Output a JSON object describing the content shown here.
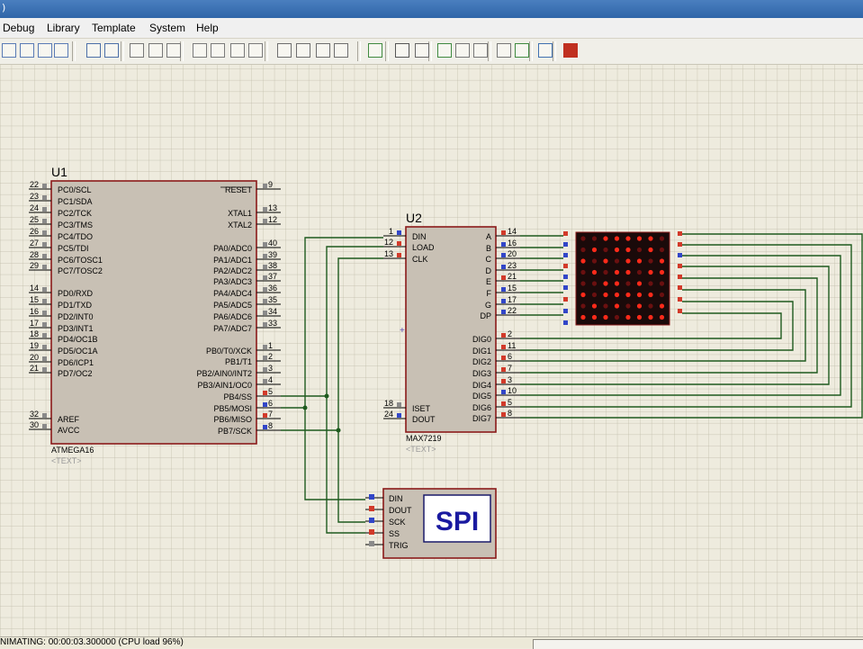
{
  "window": {
    "title": ")"
  },
  "menu": [
    "Debug",
    "Library",
    "Template",
    "System",
    "Help"
  ],
  "toolbar_icons": [
    "zoom-in-icon",
    "zoom-out-icon",
    "zoom-all-icon",
    "zoom-area-icon",
    "undo-icon",
    "redo-icon",
    "cut-icon",
    "copy-icon",
    "paste-icon",
    "block-copy-icon",
    "block-move-icon",
    "block-rotate-icon",
    "block-delete-icon",
    "pick-device-icon",
    "make-device-icon",
    "package-icon",
    "decompose-icon",
    "wire-autorouter-icon",
    "search-tag-icon",
    "property-assign-icon",
    "new-sheet-icon",
    "remove-sheet-icon",
    "goto-sheet-icon",
    "bom-icon",
    "electrical-check-icon",
    "netlist-ares-icon",
    "ares-icon"
  ],
  "u1": {
    "ref": "U1",
    "part": "ATMEGA16",
    "text": "<TEXT>",
    "left_pins": [
      {
        "num": "22",
        "name": "PC0/SCL"
      },
      {
        "num": "23",
        "name": "PC1/SDA"
      },
      {
        "num": "24",
        "name": "PC2/TCK"
      },
      {
        "num": "25",
        "name": "PC3/TMS"
      },
      {
        "num": "26",
        "name": "PC4/TDO"
      },
      {
        "num": "27",
        "name": "PC5/TDI"
      },
      {
        "num": "28",
        "name": "PC6/TOSC1"
      },
      {
        "num": "29",
        "name": "PC7/TOSC2"
      },
      {
        "num": "14",
        "name": "PD0/RXD"
      },
      {
        "num": "15",
        "name": "PD1/TXD"
      },
      {
        "num": "16",
        "name": "PD2/INT0"
      },
      {
        "num": "17",
        "name": "PD3/INT1"
      },
      {
        "num": "18",
        "name": "PD4/OC1B"
      },
      {
        "num": "19",
        "name": "PD5/OC1A"
      },
      {
        "num": "20",
        "name": "PD6/ICP1"
      },
      {
        "num": "21",
        "name": "PD7/OC2"
      },
      {
        "num": "32",
        "name": "AREF"
      },
      {
        "num": "30",
        "name": "AVCC"
      }
    ],
    "right_pins": [
      {
        "num": "9",
        "name": "RESET"
      },
      {
        "num": "13",
        "name": "XTAL1"
      },
      {
        "num": "12",
        "name": "XTAL2"
      },
      {
        "num": "40",
        "name": "PA0/ADC0"
      },
      {
        "num": "39",
        "name": "PA1/ADC1"
      },
      {
        "num": "38",
        "name": "PA2/ADC2"
      },
      {
        "num": "37",
        "name": "PA3/ADC3"
      },
      {
        "num": "36",
        "name": "PA4/ADC4"
      },
      {
        "num": "35",
        "name": "PA5/ADC5"
      },
      {
        "num": "34",
        "name": "PA6/ADC6"
      },
      {
        "num": "33",
        "name": "PA7/ADC7"
      },
      {
        "num": "1",
        "name": "PB0/T0/XCK"
      },
      {
        "num": "2",
        "name": "PB1/T1"
      },
      {
        "num": "3",
        "name": "PB2/AIN0/INT2"
      },
      {
        "num": "4",
        "name": "PB3/AIN1/OC0"
      },
      {
        "num": "5",
        "name": "PB4/SS"
      },
      {
        "num": "6",
        "name": "PB5/MOSI"
      },
      {
        "num": "7",
        "name": "PB6/MISO"
      },
      {
        "num": "8",
        "name": "PB7/SCK"
      }
    ]
  },
  "u2": {
    "ref": "U2",
    "part": "MAX7219",
    "text": "<TEXT>",
    "left_pins": [
      {
        "num": "1",
        "name": "DIN"
      },
      {
        "num": "12",
        "name": "LOAD"
      },
      {
        "num": "13",
        "name": "CLK"
      },
      {
        "num": "18",
        "name": "ISET"
      },
      {
        "num": "24",
        "name": "DOUT"
      }
    ],
    "right_pins": [
      {
        "num": "14",
        "name": "A"
      },
      {
        "num": "16",
        "name": "B"
      },
      {
        "num": "20",
        "name": "C"
      },
      {
        "num": "23",
        "name": "D"
      },
      {
        "num": "21",
        "name": "E"
      },
      {
        "num": "15",
        "name": "F"
      },
      {
        "num": "17",
        "name": "G"
      },
      {
        "num": "22",
        "name": "DP"
      },
      {
        "num": "2",
        "name": "DIG0"
      },
      {
        "num": "11",
        "name": "DIG1"
      },
      {
        "num": "6",
        "name": "DIG2"
      },
      {
        "num": "7",
        "name": "DIG3"
      },
      {
        "num": "3",
        "name": "DIG4"
      },
      {
        "num": "10",
        "name": "DIG5"
      },
      {
        "num": "5",
        "name": "DIG6"
      },
      {
        "num": "8",
        "name": "DIG7"
      }
    ]
  },
  "spi": {
    "label": "SPI",
    "pins": [
      "DIN",
      "DOUT",
      "SCK",
      "SS",
      "TRIG"
    ]
  },
  "status": {
    "text": "NIMATING: 00:00:03.300000 (CPU load 96%)"
  },
  "colors": {
    "wire": "#1e5a1e",
    "body_fill": "#c8c0b4",
    "body_border": "#8b1a1a",
    "pin_red": "#d23a2a",
    "pin_blue": "#3246c8",
    "led_on": "#ff2a1a",
    "led_off": "#6a1010",
    "spi_text": "#1a1aa0"
  }
}
